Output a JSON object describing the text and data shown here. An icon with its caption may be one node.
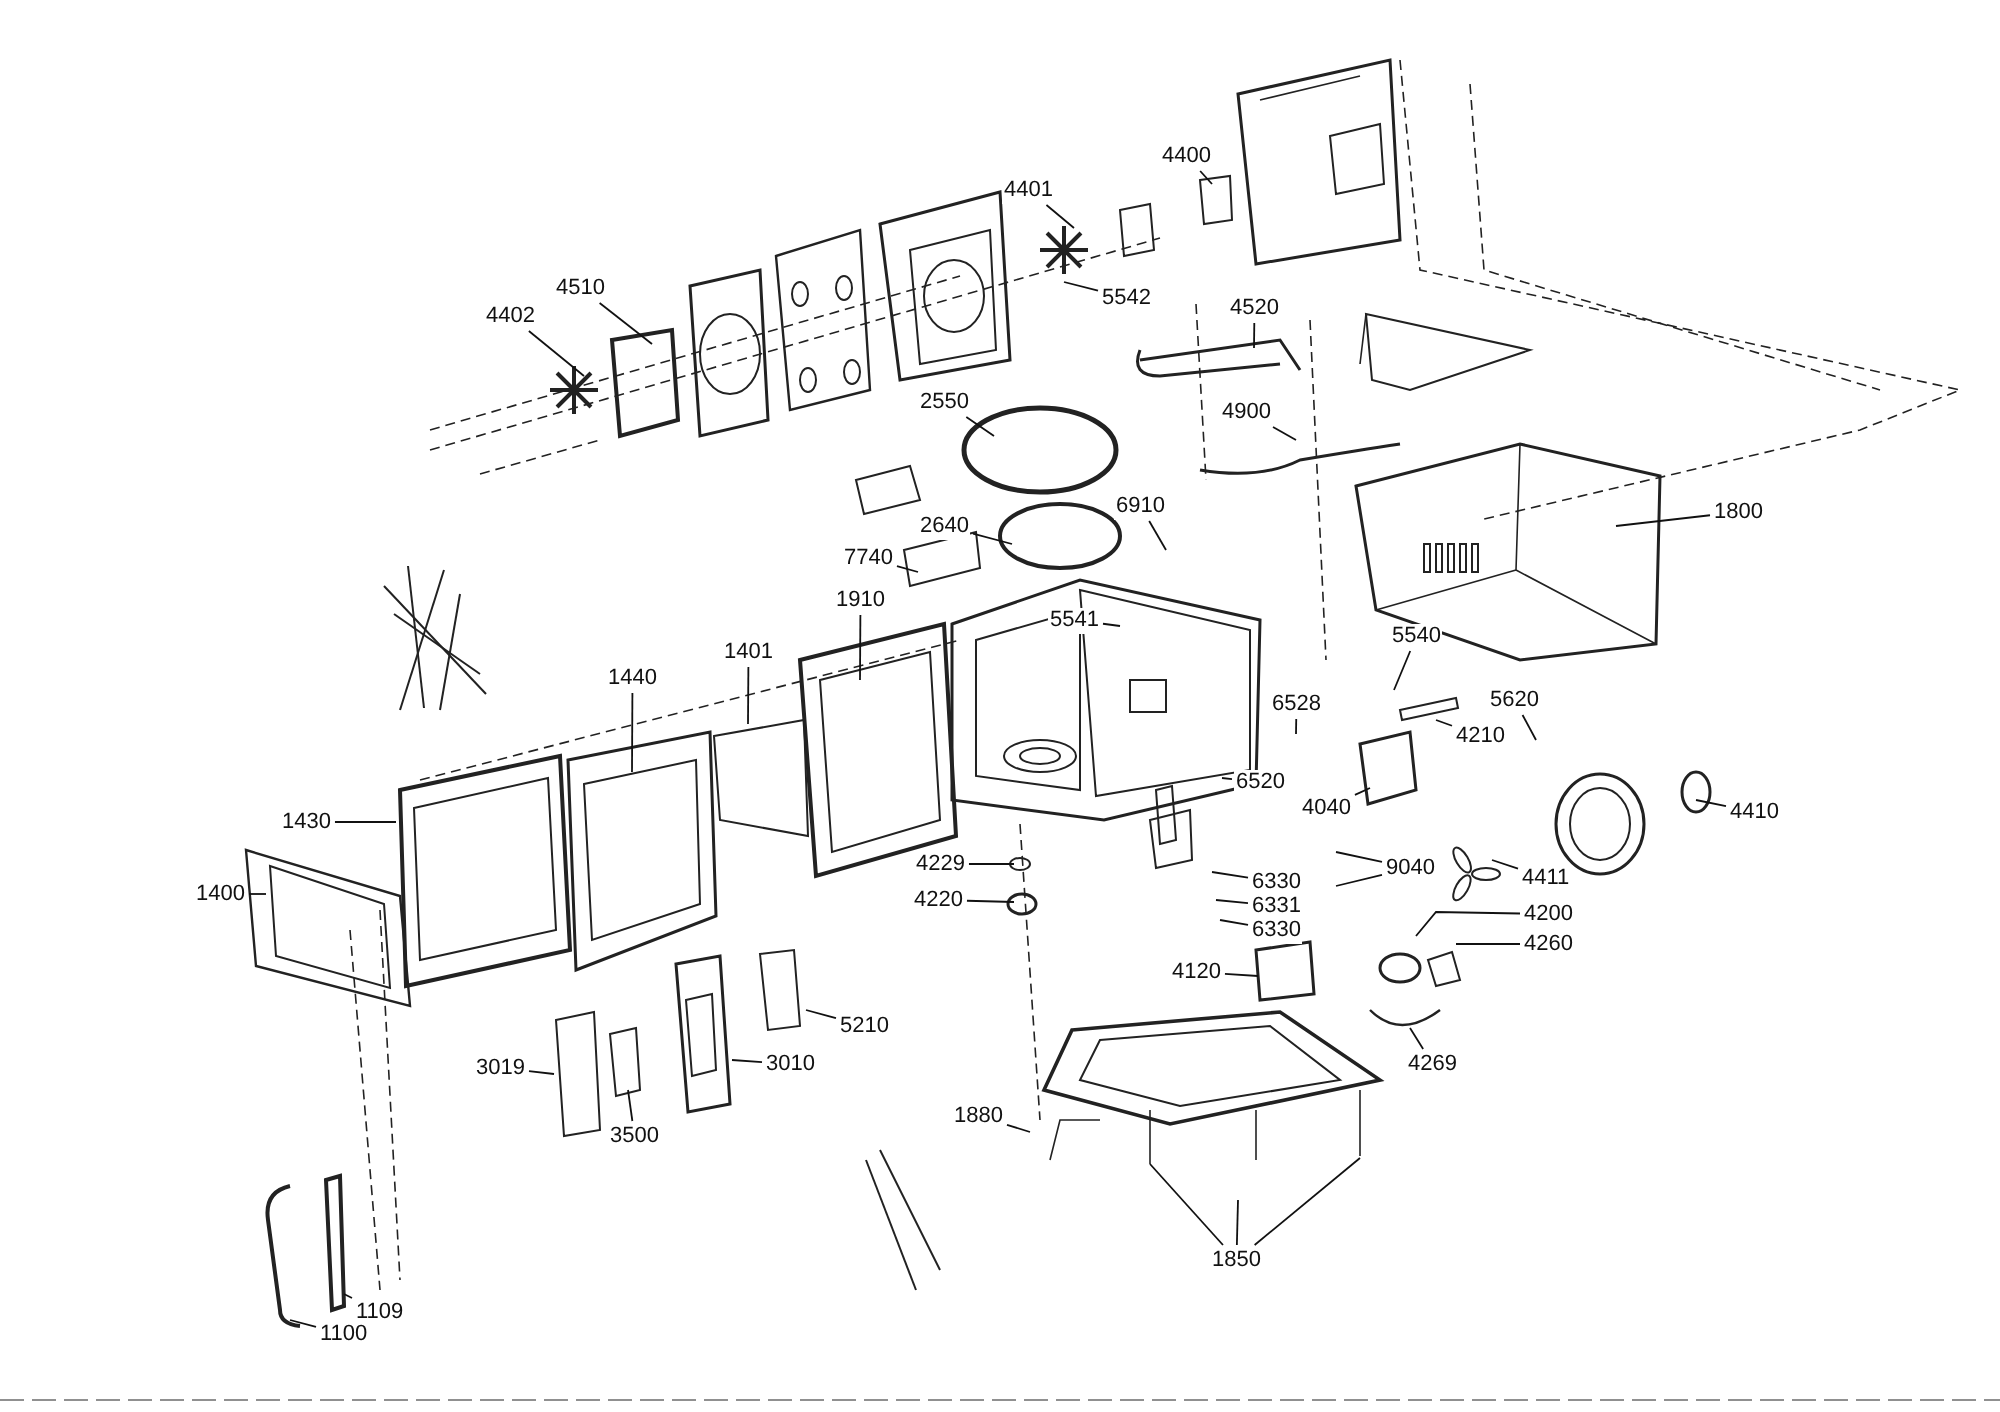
{
  "diagram": {
    "nodes": [
      {
        "text": [
          "4400"
        ]
      },
      {
        "text": [
          "4401"
        ]
      },
      {
        "text": [
          "5542"
        ]
      },
      {
        "text": [
          "4510"
        ]
      },
      {
        "text": [
          "4402"
        ]
      },
      {
        "text": [
          "4520"
        ]
      },
      {
        "text": [
          "2550"
        ]
      },
      {
        "text": [
          "4900"
        ]
      },
      {
        "text": [
          "6910"
        ]
      },
      {
        "text": [
          "2640"
        ]
      },
      {
        "text": [
          "7740"
        ]
      },
      {
        "text": [
          "1800"
        ]
      },
      {
        "text": [
          "5541"
        ]
      },
      {
        "text": [
          "1910"
        ]
      },
      {
        "text": [
          "1401"
        ]
      },
      {
        "text": [
          "1440"
        ]
      },
      {
        "text": [
          "5540"
        ]
      },
      {
        "text": [
          "5620"
        ]
      },
      {
        "text": [
          "6528"
        ]
      },
      {
        "text": [
          "4210"
        ]
      },
      {
        "text": [
          "6520"
        ]
      },
      {
        "text": [
          "4040"
        ]
      },
      {
        "text": [
          "4410"
        ]
      },
      {
        "text": [
          "1430"
        ]
      },
      {
        "text": [
          "4229"
        ]
      },
      {
        "text": [
          "9040"
        ]
      },
      {
        "text": [
          "4411"
        ]
      },
      {
        "text": [
          "1400"
        ]
      },
      {
        "text": [
          "4220"
        ]
      },
      {
        "text": [
          "6330"
        ]
      },
      {
        "text": [
          "6331"
        ]
      },
      {
        "text": [
          "6330"
        ]
      },
      {
        "text": [
          "4200"
        ]
      },
      {
        "text": [
          "4260"
        ]
      },
      {
        "text": [
          "4120"
        ]
      },
      {
        "text": [
          "5210"
        ]
      },
      {
        "text": [
          "3019"
        ]
      },
      {
        "text": [
          "3010"
        ]
      },
      {
        "text": [
          "4269"
        ]
      },
      {
        "text": [
          "1880"
        ]
      },
      {
        "text": [
          "3500"
        ]
      },
      {
        "text": [
          "1850"
        ]
      },
      {
        "text": [
          "1109"
        ]
      },
      {
        "text": [
          "1100"
        ]
      }
    ],
    "edges": [
      {
        "from": 0,
        "to": null,
        "arrow": "none"
      },
      {
        "from": 1,
        "to": null,
        "arrow": "none"
      },
      {
        "from": 2,
        "to": null,
        "arrow": "none"
      },
      {
        "from": 3,
        "to": null,
        "arrow": "none"
      },
      {
        "from": 4,
        "to": null,
        "arrow": "none"
      },
      {
        "from": 5,
        "to": null,
        "arrow": "none"
      },
      {
        "from": 6,
        "to": null,
        "arrow": "none"
      },
      {
        "from": 7,
        "to": null,
        "arrow": "none"
      },
      {
        "from": 8,
        "to": null,
        "arrow": "none"
      },
      {
        "from": 9,
        "to": null,
        "arrow": "none"
      },
      {
        "from": 10,
        "to": null,
        "arrow": "none"
      },
      {
        "from": 11,
        "to": null,
        "arrow": "none"
      },
      {
        "from": 12,
        "to": null,
        "arrow": "none"
      },
      {
        "from": 13,
        "to": null,
        "arrow": "none"
      },
      {
        "from": 14,
        "to": null,
        "arrow": "none"
      },
      {
        "from": 15,
        "to": null,
        "arrow": "none"
      },
      {
        "from": 16,
        "to": null,
        "arrow": "none"
      },
      {
        "from": 17,
        "to": null,
        "arrow": "none"
      },
      {
        "from": 18,
        "to": null,
        "arrow": "none"
      },
      {
        "from": 19,
        "to": null,
        "arrow": "none"
      },
      {
        "from": 20,
        "to": null,
        "arrow": "none"
      },
      {
        "from": 21,
        "to": null,
        "arrow": "none"
      },
      {
        "from": 22,
        "to": null,
        "arrow": "none"
      },
      {
        "from": 23,
        "to": null,
        "arrow": "none"
      },
      {
        "from": 24,
        "to": null,
        "arrow": "none"
      },
      {
        "from": 25,
        "to": null,
        "arrow": "none"
      },
      {
        "from": 25,
        "to": null,
        "arrow": "none"
      },
      {
        "from": 26,
        "to": null,
        "arrow": "none"
      },
      {
        "from": 27,
        "to": null,
        "arrow": "none"
      },
      {
        "from": 28,
        "to": null,
        "arrow": "none"
      },
      {
        "from": 29,
        "to": null,
        "arrow": "none"
      },
      {
        "from": 30,
        "to": null,
        "arrow": "none"
      },
      {
        "from": 31,
        "to": null,
        "arrow": "none"
      },
      {
        "from": 32,
        "to": null,
        "arrow": "none"
      },
      {
        "from": 33,
        "to": null,
        "arrow": "none"
      },
      {
        "from": 34,
        "to": null,
        "arrow": "none"
      },
      {
        "from": 35,
        "to": null,
        "arrow": "none"
      },
      {
        "from": 36,
        "to": null,
        "arrow": "none"
      },
      {
        "from": 37,
        "to": null,
        "arrow": "none"
      },
      {
        "from": 38,
        "to": null,
        "arrow": "none"
      },
      {
        "from": 39,
        "to": null,
        "arrow": "none"
      },
      {
        "from": 40,
        "to": null,
        "arrow": "none"
      },
      {
        "from": 41,
        "to": null,
        "arrow": "none"
      },
      {
        "from": 41,
        "to": null,
        "arrow": "none"
      },
      {
        "from": 41,
        "to": null,
        "arrow": "none"
      },
      {
        "from": 42,
        "to": null,
        "arrow": "none"
      },
      {
        "from": 43,
        "to": null,
        "arrow": "none"
      }
    ]
  }
}
